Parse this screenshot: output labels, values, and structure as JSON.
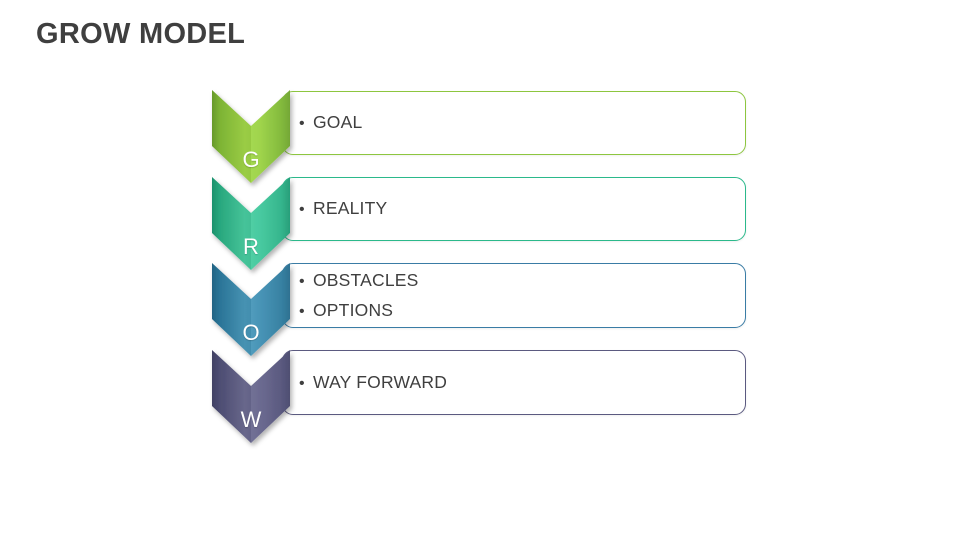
{
  "slide": {
    "title": "GROW MODEL",
    "background_color": "#ffffff",
    "title_color": "#3f3f3f"
  },
  "diagram": {
    "type": "chevron-process-list",
    "bullet_glyph": "•",
    "rows": [
      {
        "letter": "G",
        "name": "goal",
        "accent_color": "#8dc63f",
        "chevron_light": "#a4d949",
        "chevron_mid": "#8cc63e",
        "chevron_dark": "#6da32c",
        "bullets": [
          "GOAL"
        ]
      },
      {
        "letter": "R",
        "name": "reality",
        "accent_color": "#2bb98b",
        "chevron_light": "#49cfa2",
        "chevron_mid": "#2ebd8e",
        "chevron_dark": "#1d9a73",
        "bullets": [
          "REALITY"
        ]
      },
      {
        "letter": "O",
        "name": "obstacles-options",
        "accent_color": "#3a7ca5",
        "chevron_light": "#4e9cbd",
        "chevron_mid": "#3287ad",
        "chevron_dark": "#246a8c",
        "bullets": [
          "OBSTACLES",
          "OPTIONS"
        ]
      },
      {
        "letter": "W",
        "name": "way-forward",
        "accent_color": "#5b5a80",
        "chevron_light": "#6f6e94",
        "chevron_mid": "#5b5a80",
        "chevron_dark": "#45456a",
        "bullets": [
          "WAY FORWARD"
        ]
      }
    ]
  }
}
